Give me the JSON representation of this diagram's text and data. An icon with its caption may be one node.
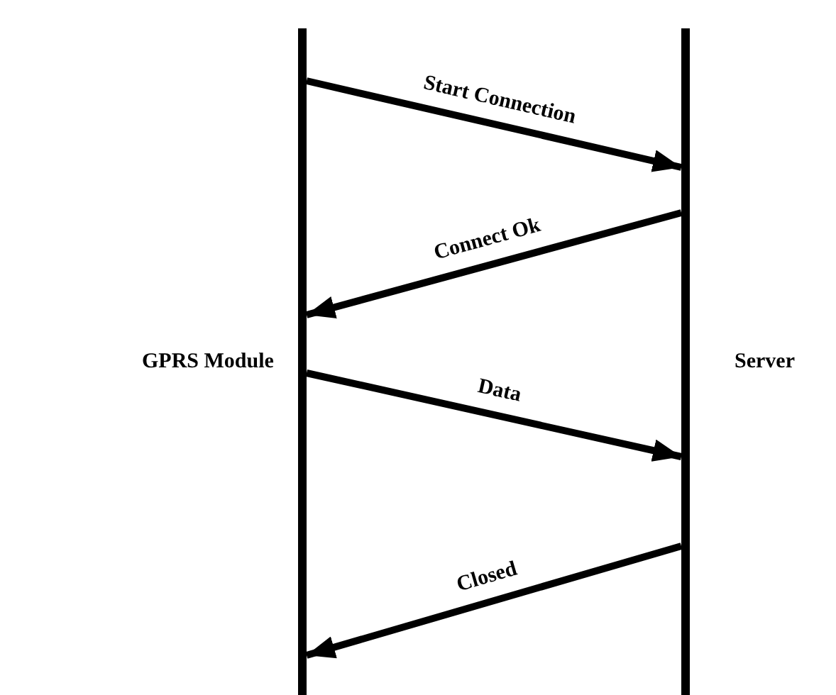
{
  "diagram": {
    "nodes": [
      {
        "text": [
          "GPRS Module"
        ]
      },
      {
        "text": [
          "Server"
        ]
      }
    ],
    "edges": [
      {
        "from": 0,
        "to": 1,
        "arrow": "to",
        "label": "Start Connection"
      },
      {
        "from": 1,
        "to": 0,
        "arrow": "to",
        "label": "Connect Ok"
      },
      {
        "from": 0,
        "to": 1,
        "arrow": "to",
        "label": "Data"
      },
      {
        "from": 1,
        "to": 0,
        "arrow": "to",
        "label": "Closed"
      }
    ]
  }
}
